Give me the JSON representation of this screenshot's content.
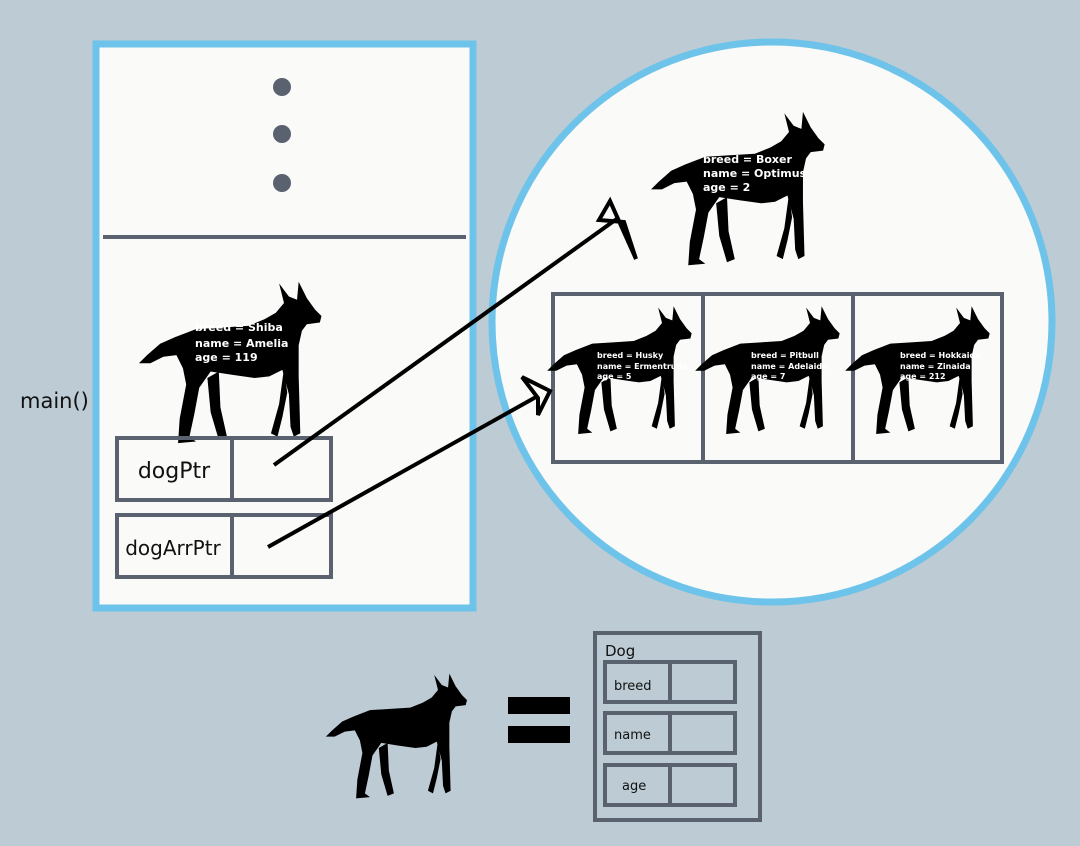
{
  "stack": {
    "frame_label": "main()",
    "local_dog": {
      "lines": [
        "breed = Shiba",
        "name = Amelia",
        "age = 119"
      ]
    },
    "pointers": [
      {
        "label": "dogPtr"
      },
      {
        "label": "dogArrPtr"
      }
    ]
  },
  "heap": {
    "single_dog": {
      "lines": [
        "breed = Boxer",
        "name = Optimus",
        "age = 2"
      ]
    },
    "dog_array": [
      {
        "lines": [
          "breed = Husky",
          "name = Ermentrude",
          "age = 5"
        ]
      },
      {
        "lines": [
          "breed = Pitbull",
          "name = Adelaide",
          "age = 7"
        ]
      },
      {
        "lines": [
          "breed = Hokkaido",
          "name = Zinaida",
          "age = 212"
        ]
      }
    ]
  },
  "legend": {
    "struct_title": "Dog",
    "fields": [
      "breed",
      "name",
      "age"
    ]
  },
  "colors": {
    "background": "#bccbd4",
    "memory_border": "#6ec3ea",
    "panel_fill": "#fafaf8",
    "box_stroke": "#5a6270",
    "dot": "#5a6270",
    "silhouette": "#000000"
  }
}
